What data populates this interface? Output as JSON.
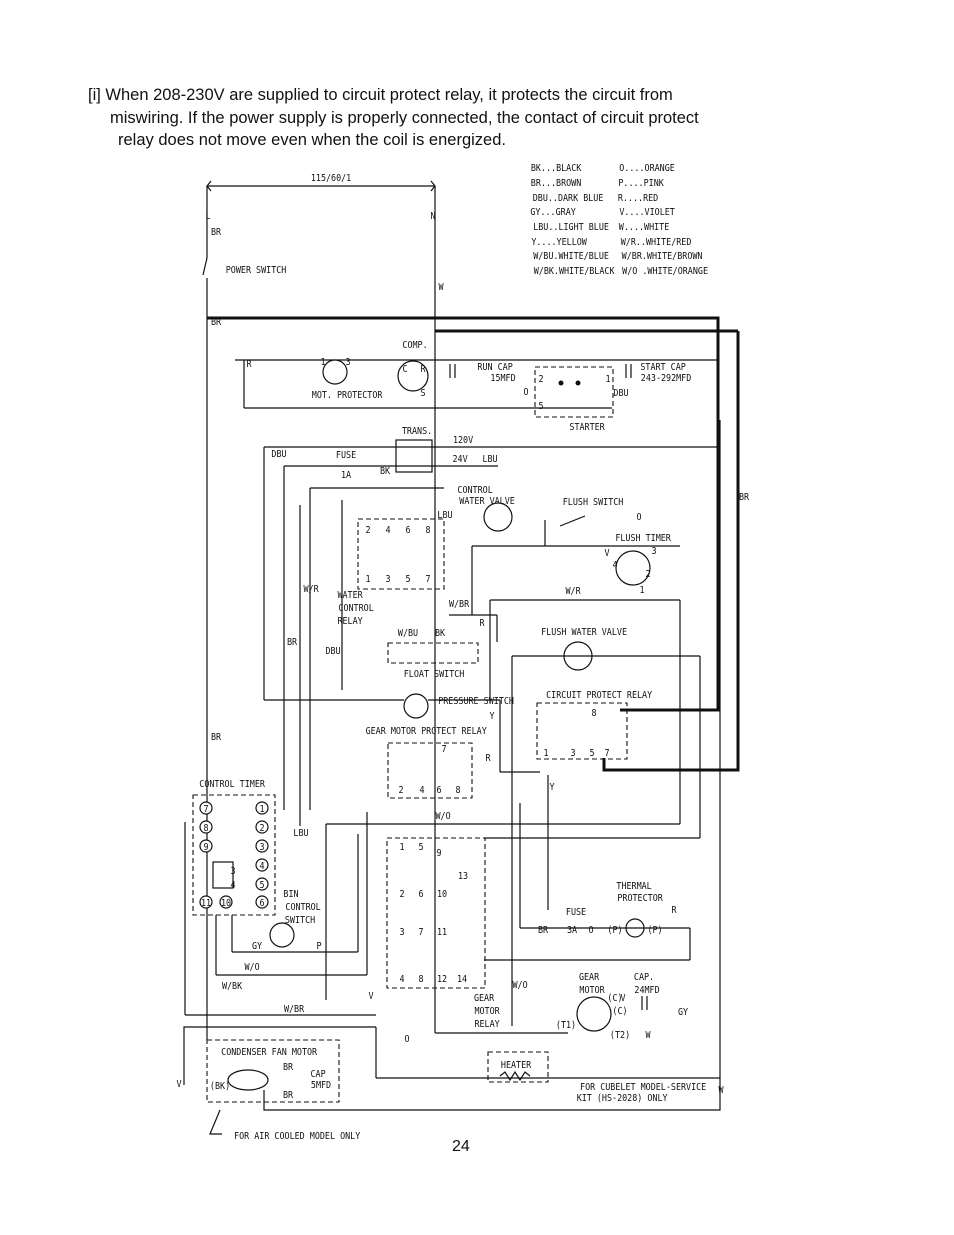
{
  "note": {
    "line1": "[i]  When 208-230V are supplied to circuit protect relay, it protects the circuit from",
    "line2": "miswiring. If the power supply is properly connected, the contact of circuit protect",
    "line3": "relay does not move even when the coil is energized."
  },
  "page_number": "24",
  "color_legend": [
    {
      "left": "BK...BLACK",
      "right": "O....ORANGE"
    },
    {
      "left": "BR...BROWN",
      "right": "P....PINK"
    },
    {
      "left": "DBU..DARK BLUE",
      "right": "R....RED"
    },
    {
      "left": "GY...GRAY",
      "right": "V....VIOLET"
    },
    {
      "left": "LBU..LIGHT BLUE",
      "right": "W....WHITE"
    },
    {
      "left": "Y....YELLOW",
      "right": "W/R..WHITE/RED"
    },
    {
      "left": "W/BU.WHITE/BLUE",
      "right": "W/BR.WHITE/BROWN"
    },
    {
      "left": "W/BK.WHITE/BLACK",
      "right": "W/O .WHITE/ORANGE"
    }
  ],
  "labels": {
    "supply": "115/60/1",
    "line_l": "L",
    "line_n": "N",
    "power_switch": "POWER SWITCH",
    "comp": "COMP.",
    "run_cap_1": "RUN CAP",
    "run_cap_2": "15MFD",
    "start_cap_1": "START CAP",
    "start_cap_2": "243-292MFD",
    "mot_protector": "MOT. PROTECTOR",
    "starter": "STARTER",
    "trans": "TRANS.",
    "v120": "120V",
    "v24": "24V",
    "fuse_1a_1": "FUSE",
    "fuse_1a_2": "1A",
    "control_water_valve_1": "CONTROL",
    "control_water_valve_2": "WATER VALVE",
    "flush_switch": "FLUSH SWITCH",
    "flush_timer": "FLUSH TIMER",
    "water_control_relay_1": "WATER",
    "water_control_relay_2": "CONTROL",
    "water_control_relay_3": "RELAY",
    "float_switch": "FLOAT SWITCH",
    "flush_water_valve": "FLUSH WATER VALVE",
    "pressure_switch": "PRESSURE SWITCH",
    "circuit_protect_relay": "CIRCUIT PROTECT RELAY",
    "gear_motor_protect_relay": "GEAR MOTOR PROTECT RELAY",
    "control_timer": "CONTROL TIMER",
    "bin_control_switch_1": "BIN",
    "bin_control_switch_2": "CONTROL",
    "bin_control_switch_3": "SWITCH",
    "thermal_protector_1": "THERMAL",
    "thermal_protector_2": "PROTECTOR",
    "fuse_3a_1": "FUSE",
    "fuse_3a_2": "3A",
    "gear_motor_1": "GEAR",
    "gear_motor_2": "MOTOR",
    "cap_24_1": "CAP.",
    "cap_24_2": "24MFD",
    "gear_motor_relay_1": "GEAR",
    "gear_motor_relay_2": "MOTOR",
    "gear_motor_relay_3": "RELAY",
    "heater": "HEATER",
    "cubelet_1": "FOR CUBELET MODEL-SERVICE",
    "cubelet_2": "KIT (HS-2028) ONLY",
    "condenser_fan_motor": "CONDENSER FAN MOTOR",
    "cap_5_1": "CAP",
    "cap_5_2": "5MFD",
    "air_cooled": "FOR AIR COOLED MODEL ONLY",
    "bk_paren": "(BK)",
    "p_paren": "(P)",
    "c_paren": "(C)",
    "t1": "(T1)",
    "t2": "(T2)"
  },
  "wire_tags": {
    "br": "BR",
    "w": "W",
    "r": "R",
    "o": "O",
    "dbu": "DBU",
    "bk": "BK",
    "lbu": "LBU",
    "wr": "W/R",
    "wbr": "W/BR",
    "wbu": "W/BU",
    "wo": "W/O",
    "wbk": "W/BK",
    "gy": "GY",
    "p": "P",
    "v": "V",
    "y": "Y",
    "s": "S",
    "c": "C"
  },
  "terminals": {
    "t1": "1",
    "t2": "2",
    "t3": "3",
    "t4": "4",
    "t5": "5",
    "t6": "6",
    "t7": "7",
    "t8": "8",
    "t9": "9",
    "t10": "10",
    "t11": "11",
    "t12": "12",
    "t13": "13",
    "t14": "14"
  }
}
